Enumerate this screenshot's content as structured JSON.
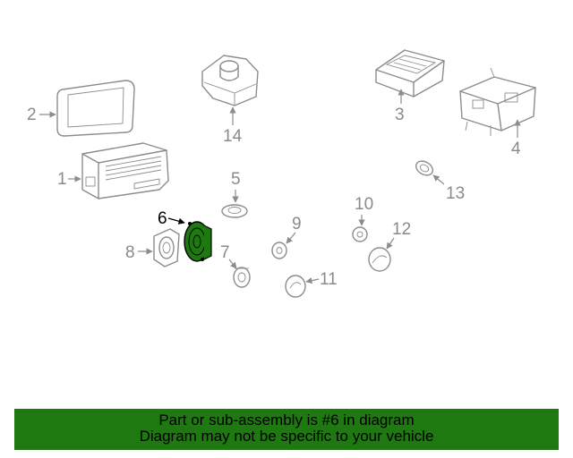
{
  "callouts": {
    "c1": "1",
    "c2": "2",
    "c3": "3",
    "c4": "4",
    "c5": "5",
    "c6": "6",
    "c7": "7",
    "c8": "8",
    "c9": "9",
    "c10": "10",
    "c11": "11",
    "c12": "12",
    "c13": "13",
    "c14": "14"
  },
  "highlight_color": "#1e7a10",
  "banner": {
    "line1": "Part or sub-assembly is #6 in diagram",
    "line2": "Diagram may not be specific to your vehicle"
  }
}
